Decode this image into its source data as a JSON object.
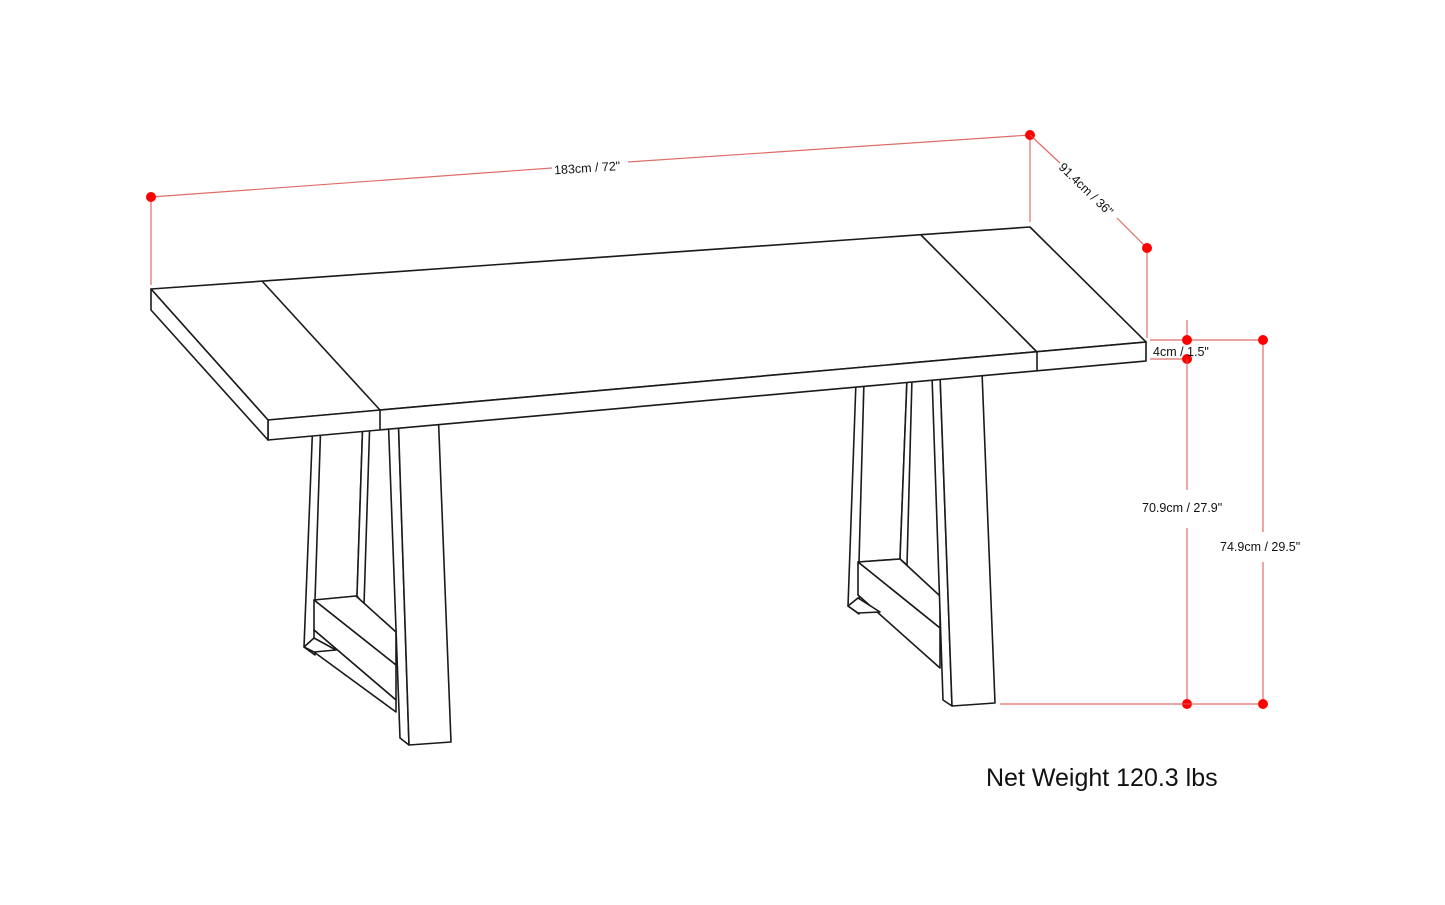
{
  "diagram": {
    "subject": "Dining table dimension drawing",
    "colors": {
      "outline": "#1a1a1a",
      "dimension_line": "#d9534f",
      "marker": "#ff0000",
      "background": "#ffffff"
    },
    "dimensions": {
      "length": "183cm / 72\"",
      "depth": "91.4cm / 36\"",
      "top_thickness": "4cm / 1.5\"",
      "leg_clearance_height": "70.9cm / 27.9\"",
      "overall_height": "74.9cm / 29.5\""
    },
    "net_weight": "Net Weight 120.3 lbs"
  }
}
